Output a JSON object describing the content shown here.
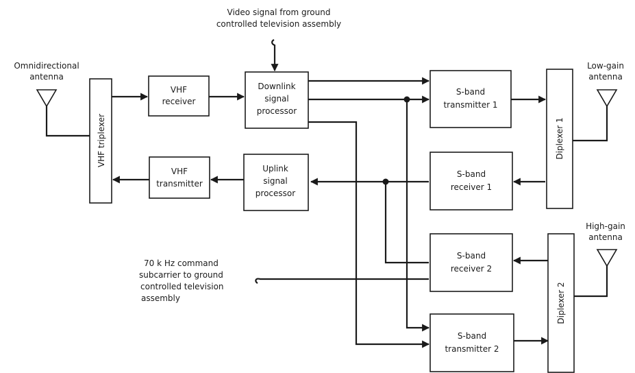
{
  "blocks": {
    "vhf_triplexer": "VHF triplexer",
    "vhf_receiver": [
      "VHF",
      "receiver"
    ],
    "vhf_transmitter": [
      "VHF",
      "transmitter"
    ],
    "downlink_processor": [
      "Downlink",
      "signal",
      "processor"
    ],
    "uplink_processor": [
      "Uplink",
      "signal",
      "processor"
    ],
    "sband_tx1": [
      "S-band",
      "transmitter 1"
    ],
    "sband_rx1": [
      "S-band",
      "receiver 1"
    ],
    "sband_rx2": [
      "S-band",
      "receiver 2"
    ],
    "sband_tx2": [
      "S-band",
      "transmitter 2"
    ],
    "diplexer1": "Diplexer 1",
    "diplexer2": "Diplexer 2"
  },
  "labels": {
    "omni_antenna": [
      "Omnidirectional",
      "antenna"
    ],
    "low_gain_antenna": [
      "Low-gain",
      "antenna"
    ],
    "high_gain_antenna": [
      "High-gain",
      "antenna"
    ],
    "video_signal": [
      "Video signal from ground",
      "controlled television assembly"
    ],
    "command_subcarrier": [
      "70 k Hz command",
      "subcarrier to ground",
      "controlled television",
      "assembly"
    ]
  }
}
